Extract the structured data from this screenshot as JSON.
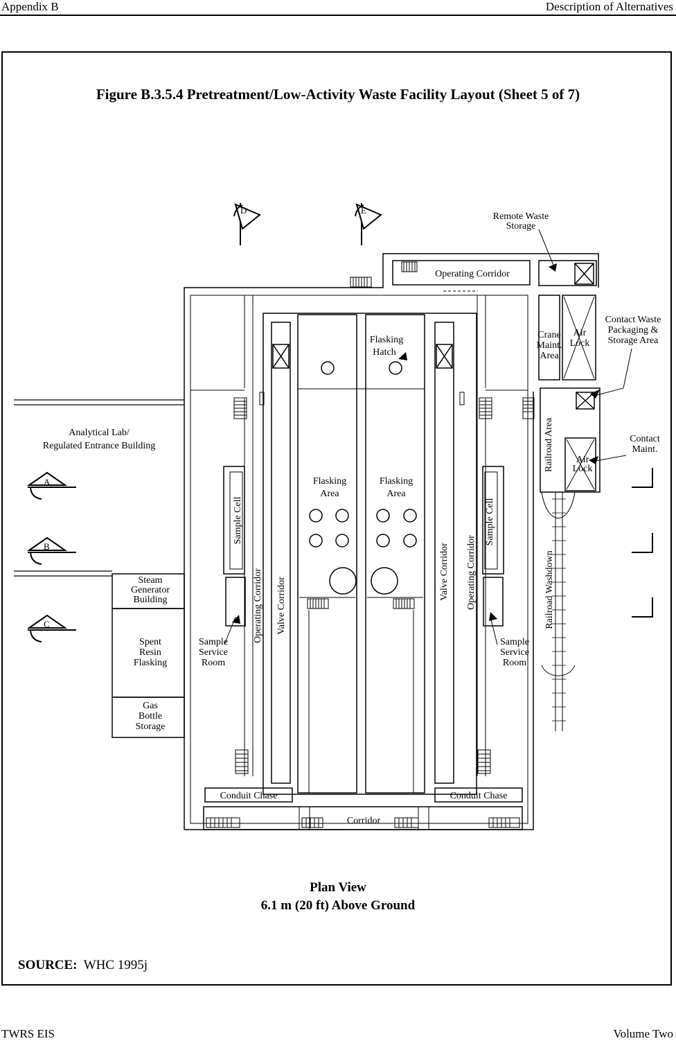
{
  "header": {
    "left": "Appendix B",
    "right": "Description of Alternatives"
  },
  "figure": {
    "title": "Figure B.3.5.4  Pretreatment/Low-Activity Waste Facility Layout (Sheet 5 of 7)"
  },
  "section_markers": [
    "A",
    "B",
    "C",
    "D",
    "E"
  ],
  "labels": {
    "remote_waste_storage": [
      "Remote Waste",
      "Storage"
    ],
    "operating_corridor_top": "Operating Corridor",
    "contact_waste": [
      "Contact Waste",
      "Packaging &",
      "Storage Area"
    ],
    "crane_maint": [
      "Crane",
      "Maint.",
      "Area"
    ],
    "air_lock": [
      "Air",
      "Lock"
    ],
    "contact_maint": [
      "Contact",
      "Maint."
    ],
    "flasking_hatch": [
      "Flasking",
      "Hatch"
    ],
    "flasking_area": [
      "Flasking",
      "Area"
    ],
    "analytical_lab": [
      "Analytical Lab/",
      "Regulated Entrance Building"
    ],
    "sample_cell": "Sample Cell",
    "operating_corridor": "Operating Corridor",
    "valve_corridor": "Valve Corridor",
    "sample_service_room": [
      "Sample",
      "Service",
      "Room"
    ],
    "steam_generator": [
      "Steam",
      "Generator",
      "Building"
    ],
    "spent_resin": [
      "Spent",
      "Resin",
      "Flasking"
    ],
    "gas_bottle": [
      "Gas",
      "Bottle",
      "Storage"
    ],
    "railroad_area": "Railroad  Area",
    "railroad_washdown": "Railroad  Washdown",
    "conduit_chase": "Conduit Chase",
    "corridor": "Corridor"
  },
  "caption": {
    "line1": "Plan View",
    "line2": "6.1 m (20 ft) Above Ground"
  },
  "source": {
    "label": "SOURCE:",
    "value": "WHC 1995j"
  },
  "footer": {
    "left": "TWRS EIS",
    "right": "Volume Two"
  }
}
